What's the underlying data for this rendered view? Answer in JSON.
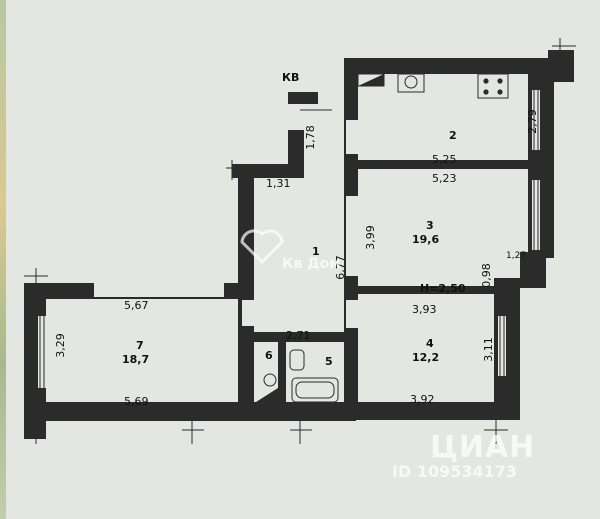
{
  "plan": {
    "title": "КВ",
    "height_label": "H=2,50",
    "rooms": [
      {
        "id": "1",
        "area": ""
      },
      {
        "id": "2",
        "area": ""
      },
      {
        "id": "3",
        "area": "19,6"
      },
      {
        "id": "4",
        "area": "12,2"
      },
      {
        "id": "5",
        "area": ""
      },
      {
        "id": "6",
        "area": ""
      },
      {
        "id": "7",
        "area": "18,7"
      }
    ],
    "dimensions": {
      "d_178": "1,78",
      "d_131": "1,31",
      "d_279": "2,79",
      "d_525": "5,25",
      "d_523": "5,23",
      "d_399": "3,99",
      "d_677": "6,77",
      "d_127": "1,27",
      "d_098": "0,98",
      "d_567": "5,67",
      "d_393": "3,93",
      "d_329": "3,29",
      "d_271": "2,71",
      "d_311": "3,11",
      "d_569": "5,69",
      "d_392": "3,92"
    }
  },
  "watermark": {
    "logo_text": "Кв Дом",
    "brand": "ЦИАН",
    "listing_id": "ID 109534173"
  },
  "colors": {
    "wall": "#2b2b2b",
    "paper": "#e4e6e2",
    "ink": "#111111"
  }
}
